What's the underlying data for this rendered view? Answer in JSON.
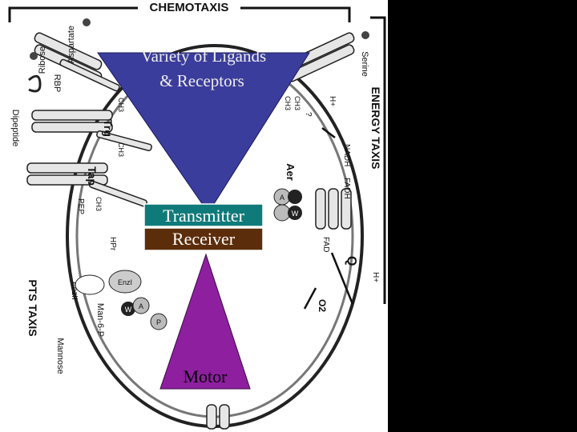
{
  "overlay": {
    "top_label_line1": "Variety of Ligands",
    "top_label_line2": "& Receptors",
    "transmitter_label": "Transmitter",
    "receiver_label": "Receiver",
    "motor_label": "Motor",
    "colors": {
      "top_triangle": "#3b3d9c",
      "transmitter_box": "#0f7a7a",
      "receiver_box": "#5c2d0a",
      "motor_triangle": "#8e1f9f"
    }
  },
  "figure": {
    "chemotaxis_title": "CHEMOTAXIS",
    "energy_taxis_title": "ENERGY TAXIS",
    "pts_taxis_title": "PTS TAXIS",
    "ligands": {
      "aspartate": "Aspartate",
      "ribose": "Ribose",
      "rbp": "RBP",
      "dipeptide": "Dipeptide",
      "serine": "Serine",
      "mannose": "Mannose",
      "man6p": "Man-6-P",
      "pep": "PEP"
    },
    "receptors": {
      "trg": "Trg",
      "tap": "Tap",
      "aer": "Aer"
    },
    "marks": {
      "ch3_a": "CH3",
      "ch3_b": "CH3",
      "ch3_c": "CH3",
      "ch3_d": "CH3",
      "ch3_e": "CH3",
      "q_mark": "?",
      "hplus_top": "H+",
      "nadh": "NADH",
      "fadh": "FADH",
      "fad": "FAD",
      "q": "Q",
      "hplus_right": "H+",
      "o2": "O2",
      "hpr": "HPr",
      "enzii": "EnzII",
      "enzi": "EnzI",
      "a_top": "A",
      "w_top": "W",
      "a_pts": "A",
      "w_pts": "W",
      "p_pts": "P"
    }
  }
}
